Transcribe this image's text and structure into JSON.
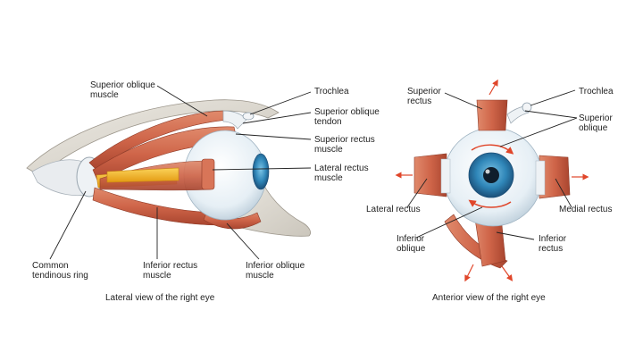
{
  "colors": {
    "muscle": "#d06a4f",
    "muscle_dark": "#a94a35",
    "tendon": "#e8ecef",
    "sclera": "#e9f1f6",
    "iris": "#2f86b8",
    "pupil": "#0f1e2c",
    "nerve": "#f2b21b",
    "bone": "#d9d5cd",
    "leader": "#222222",
    "arrow": "#e0462a"
  },
  "lateral_view": {
    "caption": "Lateral view of the right eye",
    "labels": {
      "superior_oblique_muscle": [
        "Superior oblique",
        "muscle"
      ],
      "trochlea": [
        "Trochlea"
      ],
      "superior_oblique_tendon": [
        "Superior oblique",
        "tendon"
      ],
      "superior_rectus_muscle": [
        "Superior rectus",
        "muscle"
      ],
      "lateral_rectus_muscle": [
        "Lateral rectus",
        "muscle"
      ],
      "common_tendinous_ring": [
        "Common",
        "tendinous ring"
      ],
      "inferior_rectus_muscle": [
        "Inferior rectus",
        "muscle"
      ],
      "inferior_oblique_muscle": [
        "Inferior oblique",
        "muscle"
      ]
    }
  },
  "anterior_view": {
    "caption": "Anterior view of the right eye",
    "labels": {
      "superior_rectus": [
        "Superior",
        "rectus"
      ],
      "trochlea": [
        "Trochlea"
      ],
      "superior_oblique": [
        "Superior",
        "oblique"
      ],
      "lateral_rectus": [
        "Lateral rectus"
      ],
      "medial_rectus": [
        "Medial rectus"
      ],
      "inferior_oblique": [
        "Inferior",
        "oblique"
      ],
      "inferior_rectus": [
        "Inferior",
        "rectus"
      ]
    }
  }
}
